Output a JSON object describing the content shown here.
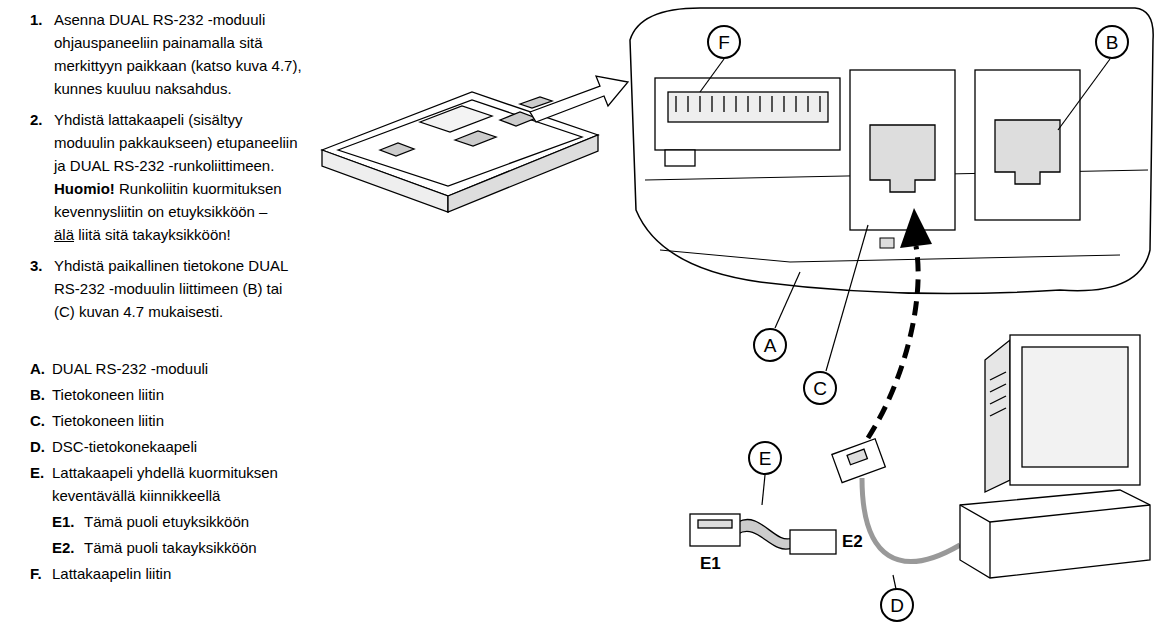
{
  "diagram": {
    "nodes": [
      {
        "text": [
          "F"
        ]
      },
      {
        "text": [
          "B"
        ]
      },
      {
        "text": [
          "A"
        ]
      },
      {
        "text": [
          "C"
        ]
      },
      {
        "text": [
          "E"
        ]
      },
      {
        "text": [
          "D"
        ]
      }
    ],
    "labels": [
      "1.",
      "Asenna DUAL RS-232 -moduuli ohjauspaneeliin painamalla sitä merkittyyn paikkaan (katso kuva 4.7), kunnes kuuluu naksahdus.",
      "2.",
      "Yhdistä lattakaapeli (sisältyy moduulin pakkaukseen) etupaneeliin ja DUAL RS-232 -runkoliittimeen.",
      "Huomio!",
      "Runkoliitin kuormituksen kevennysliitin on etuyksikköön –",
      "älä",
      "liitä sitä takayksikköön!",
      "3.",
      "Yhdistä paikallinen tietokone DUAL RS-232 -moduulin liittimeen (B) tai (C) kuvan 4.7 mukaisesti.",
      "A.",
      "DUAL RS-232 -moduuli",
      "B.",
      "Tietokoneen liitin",
      "C.",
      "Tietokoneen liitin",
      "D.",
      "DSC-tietokonekaapeli",
      "E.",
      "Lattakaapeli yhdellä kuormituksen keventävällä kiinnikkeellä",
      "E1.",
      "Tämä puoli etuyksikköön",
      "E2.",
      "Tämä puoli takayksikköön",
      "F.",
      "Lattakaapelin liitin",
      "E1",
      "E2"
    ]
  }
}
